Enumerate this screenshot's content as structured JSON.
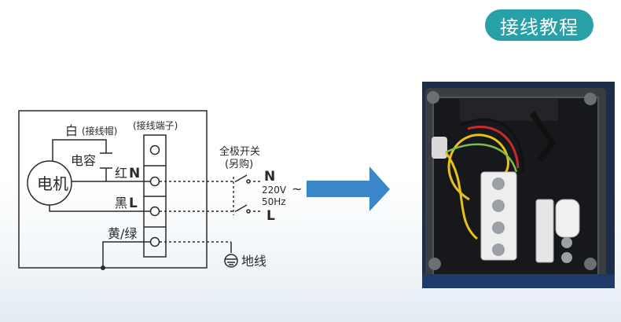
{
  "header": {
    "badge_label": "接线教程"
  },
  "diagram": {
    "motor_label": "电机",
    "white_label": "白",
    "wire_cap_label": "(接线帽)",
    "terminal_block_label": "(接线端子)",
    "capacitor_label": "电容",
    "red_label": "红",
    "black_label": "黑",
    "yellow_green_label": "黄/绿",
    "terminal_n": "N",
    "terminal_l": "L",
    "switch_label_line1": "全极开关",
    "switch_label_line2": "(另购)",
    "supply_n": "N",
    "supply_l": "L",
    "voltage": "220V",
    "frequency": "50Hz",
    "ac_symbol": "~",
    "ground_label": "地线"
  },
  "colors": {
    "badge_bg": "#27a0a8",
    "arrow_fill": "#3a86c8",
    "line": "#2a2a2a"
  }
}
